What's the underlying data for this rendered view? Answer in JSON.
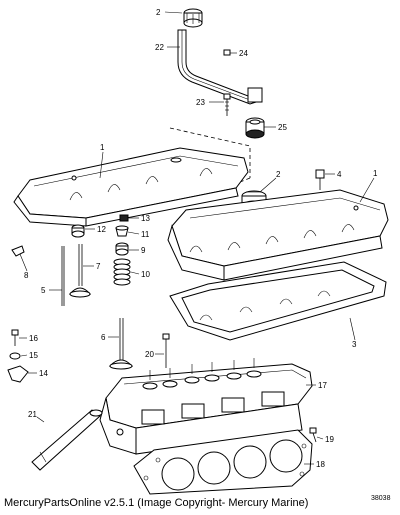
{
  "diagram": {
    "callouts": {
      "c1a": "1",
      "c1b": "1",
      "c2a": "2",
      "c2b": "2",
      "c3": "3",
      "c4": "4",
      "c5": "5",
      "c6": "6",
      "c7": "7",
      "c8": "8",
      "c9": "9",
      "c10": "10",
      "c11": "11",
      "c12": "12",
      "c13": "13",
      "c14": "14",
      "c15": "15",
      "c16": "16",
      "c17": "17",
      "c18": "18",
      "c19": "19",
      "c20": "20",
      "c21": "21",
      "c22": "22",
      "c23": "23",
      "c24": "24",
      "c25": "25"
    },
    "ref_number": "38038"
  },
  "footer": {
    "copyright": "MercuryPartsOnline v2.5.1 (Image Copyright- Mercury Marine)"
  }
}
